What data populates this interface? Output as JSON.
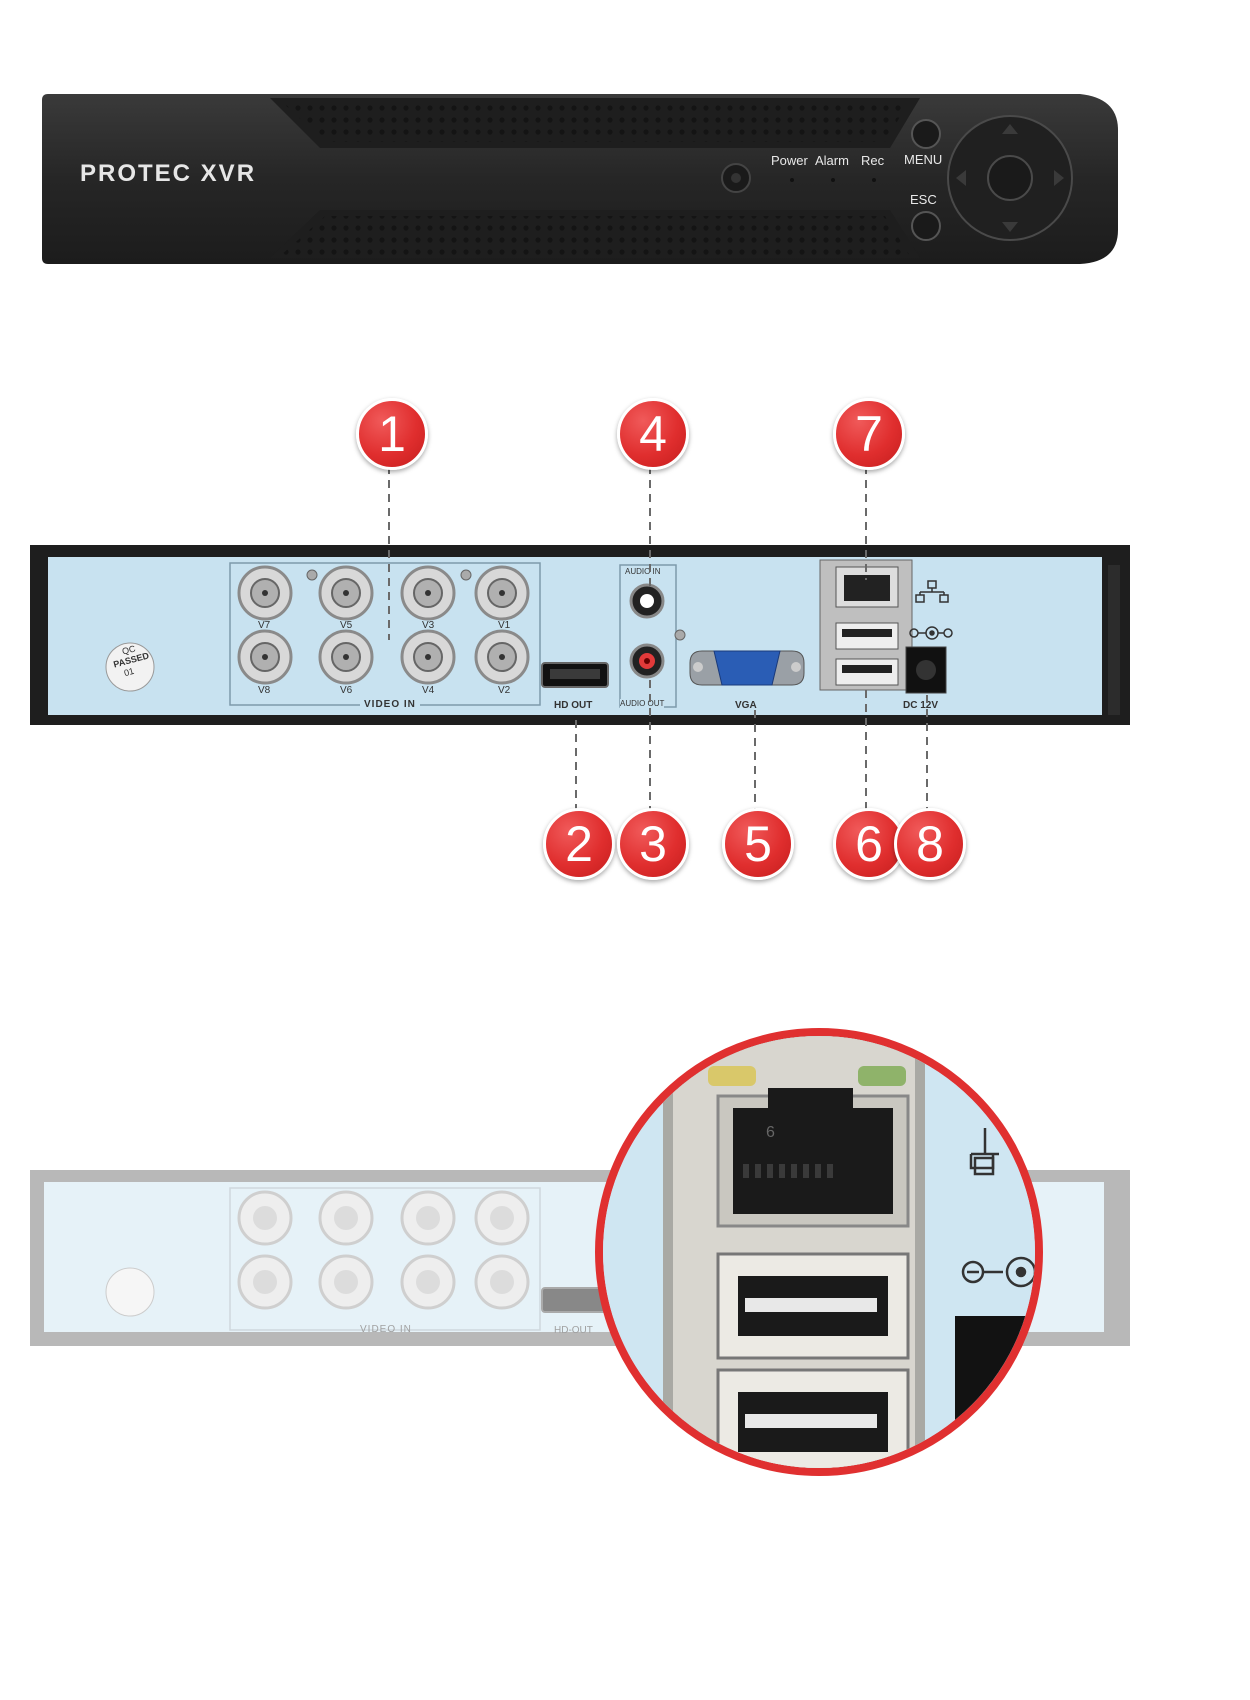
{
  "front_panel": {
    "brand": "PROTEC XVR",
    "indicators": [
      "Power",
      "Alarm",
      "Rec"
    ],
    "menu_label": "MENU",
    "esc_label": "ESC"
  },
  "rear_panel": {
    "qc_sticker": [
      "QC",
      "PASSED",
      "01"
    ],
    "video_labels_top": [
      "V7",
      "V5",
      "V3",
      "V1"
    ],
    "video_labels_bottom": [
      "V8",
      "V6",
      "V4",
      "V2"
    ],
    "video_in_label": "VIDEO IN",
    "hd_out_label": "HD OUT",
    "audio_in_label": "AUDIO IN",
    "audio_out_label": "AUDIO OUT",
    "vga_label": "VGA",
    "dc_label": "DC 12V"
  },
  "callouts": [
    "1",
    "2",
    "3",
    "4",
    "5",
    "6",
    "7",
    "8"
  ],
  "zoom_panel": {
    "video_in_label": "VIDEO IN",
    "hd_out_label": "HD-OUT",
    "port_number": "6"
  },
  "colors": {
    "panel_blue": "#c8e2f0",
    "callout_red": "#e03030",
    "chassis_black": "#2a2a2a"
  }
}
